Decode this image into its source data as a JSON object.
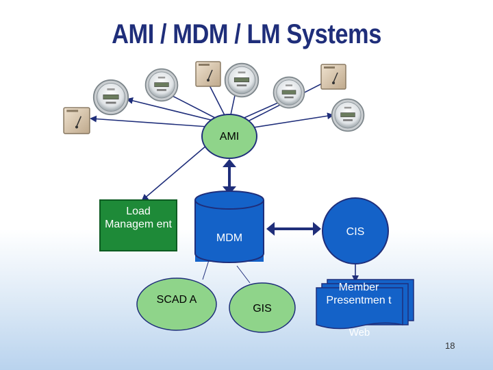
{
  "title": "AMI / MDM / LM Systems",
  "nodes": {
    "ami": "AMI",
    "load_management": "Load Managem ent",
    "mdm": "MDM",
    "cis": "CIS",
    "scada": "SCAD A",
    "gis": "GIS",
    "member_presentment": "Member Presentmen t",
    "web": "Web"
  },
  "page_number": "18",
  "colors": {
    "title": "#1f2e7a",
    "green_node": "#8fd48a",
    "green_dark": "#1e8a38",
    "blue_node": "#1462c8",
    "navy_outline": "#1f2e7a"
  },
  "icons": [
    "electric-meter-icon",
    "load-control-box-icon",
    "document-stack-icon"
  ]
}
